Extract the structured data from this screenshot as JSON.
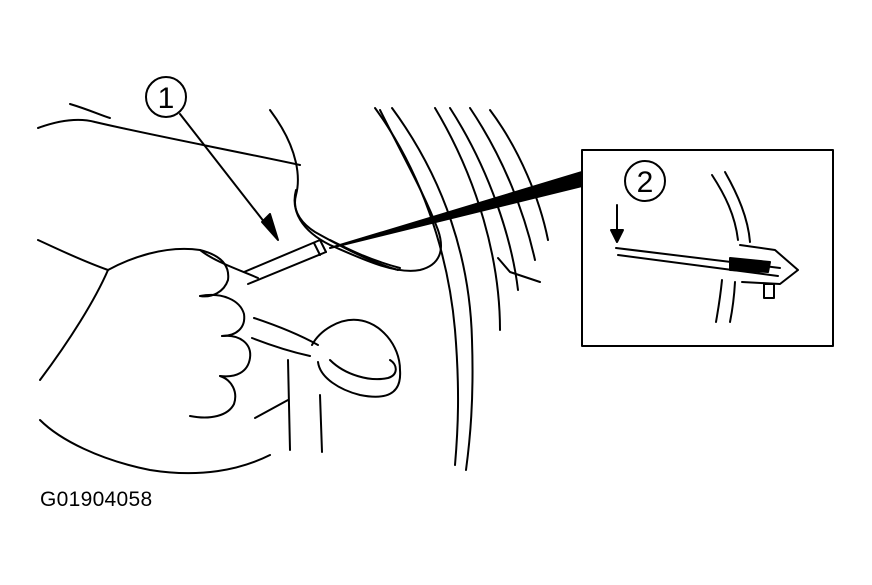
{
  "callouts": {
    "one": "1",
    "two": "2"
  },
  "figure_code": "G01904058",
  "colors": {
    "ink": "#000000",
    "paper": "#ffffff"
  }
}
